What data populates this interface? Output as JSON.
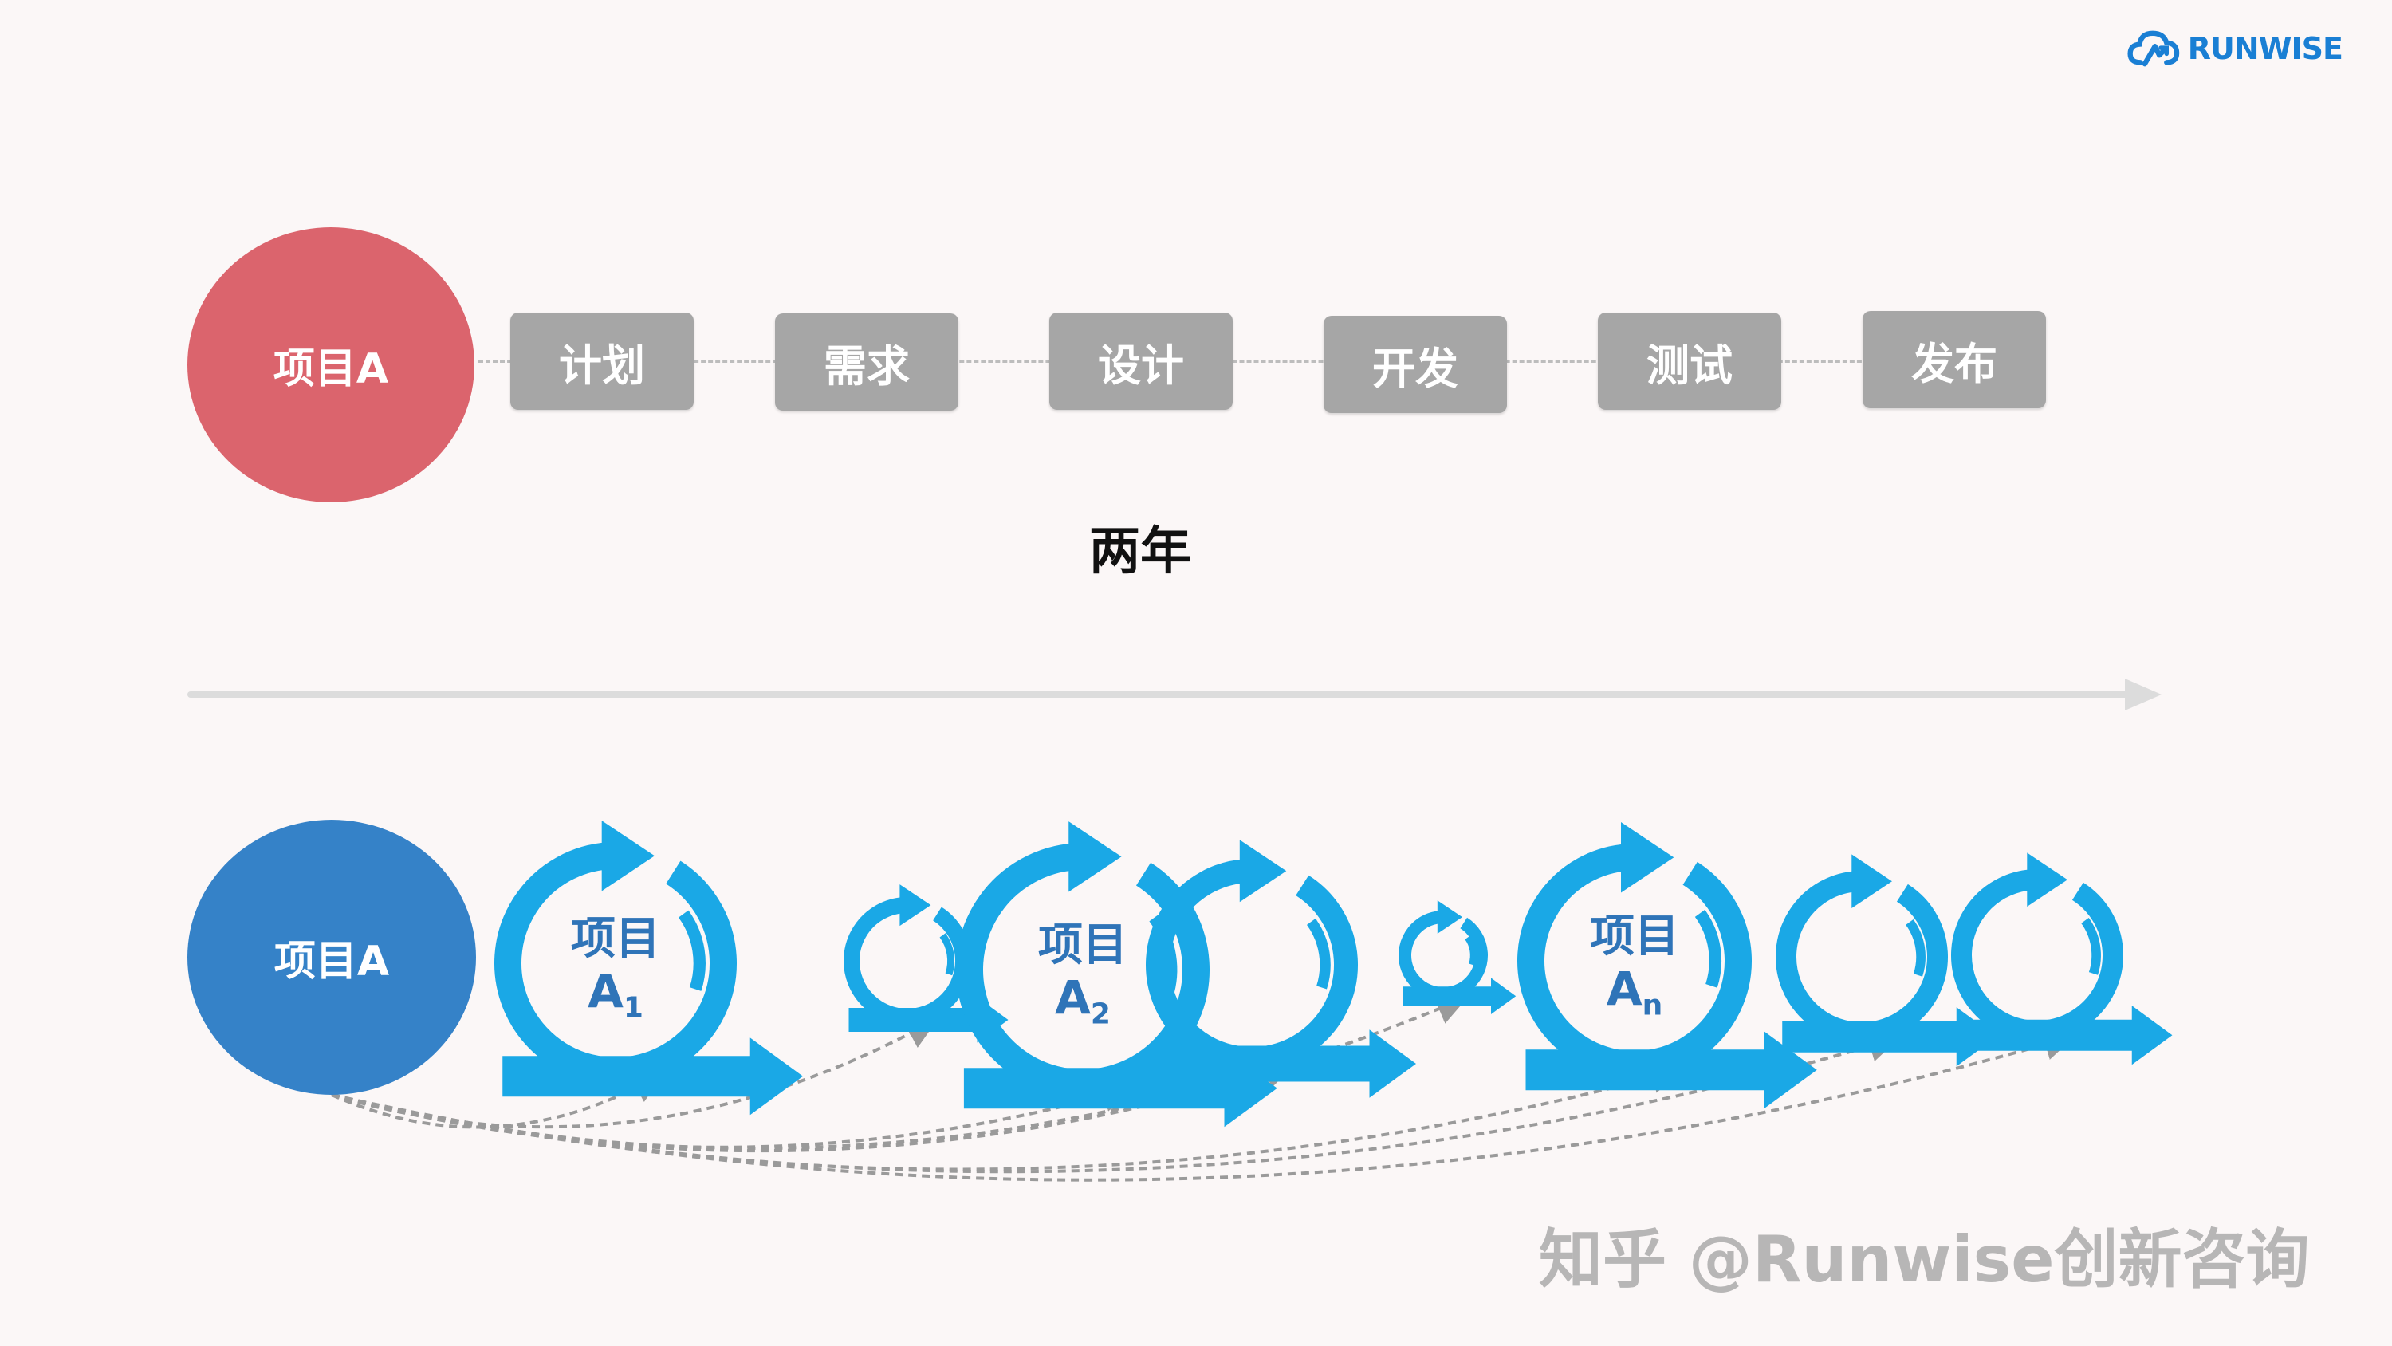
{
  "brand": {
    "name": "RUNWISE",
    "icon": "cloud-arrow-logo-icon",
    "color": "#1a7fd4"
  },
  "top": {
    "project_label": "项目A",
    "phases": [
      "计划",
      "需求",
      "设计",
      "开发",
      "测试",
      "发布"
    ],
    "duration": "两年",
    "colors": {
      "project": "#db646d",
      "phase": "#a6a6a6"
    }
  },
  "bottom": {
    "project_label": "项目A",
    "colors": {
      "project": "#3582c8",
      "cycle": "#1aa8e6",
      "label": "#2f74b8",
      "dependency": "#9a9a9a"
    },
    "cycles": [
      {
        "name": "项目",
        "base": "A",
        "sub": "1",
        "size": "large"
      },
      {
        "name": "",
        "base": "",
        "sub": "",
        "size": "small"
      },
      {
        "name": "项目",
        "base": "A",
        "sub": "2",
        "size": "large"
      },
      {
        "name": "",
        "base": "",
        "sub": "",
        "size": "medium"
      },
      {
        "name": "",
        "base": "",
        "sub": "",
        "size": "tiny"
      },
      {
        "name": "项目",
        "base": "A",
        "sub": "n",
        "size": "large"
      },
      {
        "name": "",
        "base": "",
        "sub": "",
        "size": "medium"
      },
      {
        "name": "",
        "base": "",
        "sub": "",
        "size": "medium"
      }
    ]
  },
  "watermark": "知乎 @Runwise创新咨询"
}
